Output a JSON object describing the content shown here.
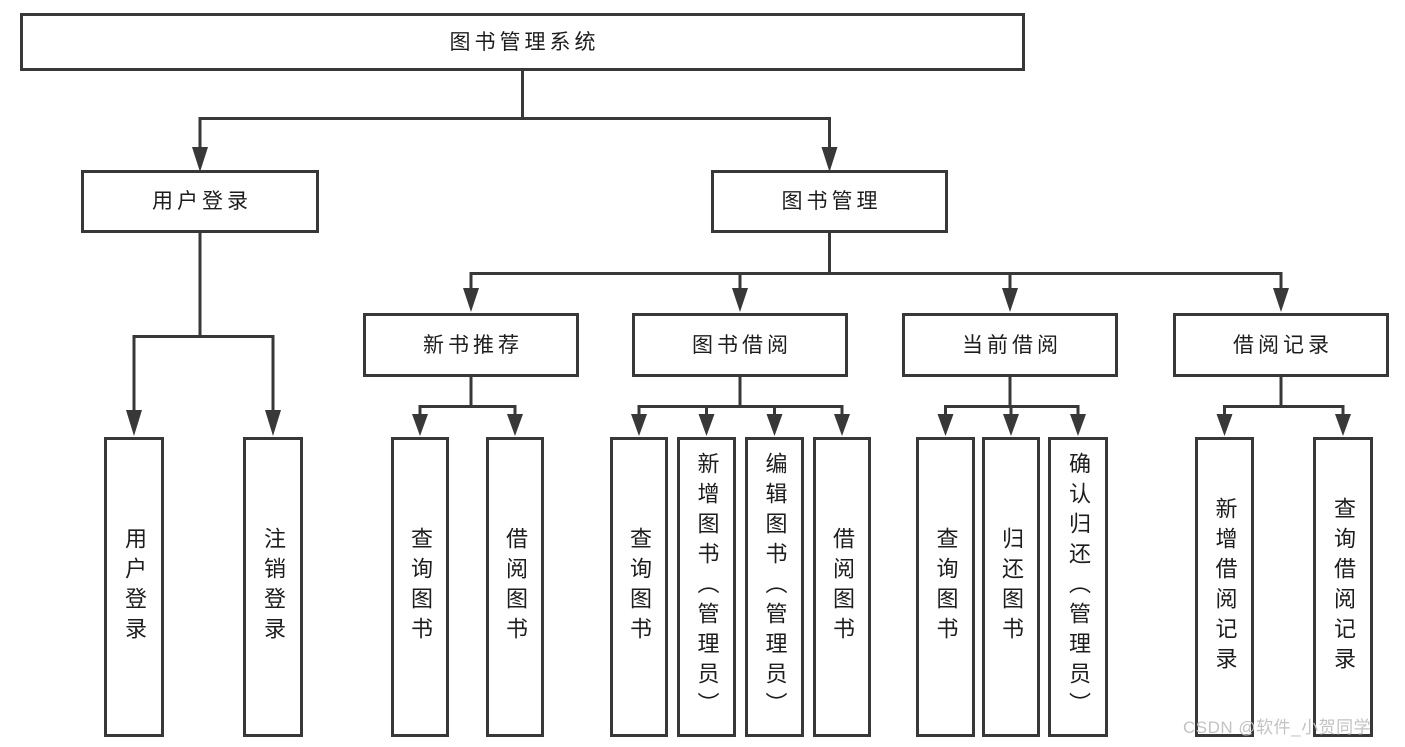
{
  "diagram": {
    "type": "hierarchy-tree",
    "root": {
      "label": "图书管理系统",
      "children": [
        {
          "label": "用户登录",
          "children": [
            {
              "label": "用户登录"
            },
            {
              "label": "注销登录"
            }
          ]
        },
        {
          "label": "图书管理",
          "children": [
            {
              "label": "新书推荐",
              "children": [
                {
                  "label": "查询图书"
                },
                {
                  "label": "借阅图书"
                }
              ]
            },
            {
              "label": "图书借阅",
              "children": [
                {
                  "label": "查询图书"
                },
                {
                  "label": "新增图书（管理员）"
                },
                {
                  "label": "编辑图书（管理员）"
                },
                {
                  "label": "借阅图书"
                }
              ]
            },
            {
              "label": "当前借阅",
              "children": [
                {
                  "label": "查询图书"
                },
                {
                  "label": "归还图书"
                },
                {
                  "label": "确认归还（管理员）"
                }
              ]
            },
            {
              "label": "借阅记录",
              "children": [
                {
                  "label": "新增借阅记录"
                },
                {
                  "label": "查询借阅记录"
                }
              ]
            }
          ]
        }
      ]
    }
  },
  "watermark": {
    "text": "CSDN @软件_小贺同学"
  },
  "colors": {
    "line": "#383838",
    "node_border": "#383838",
    "node_text": "#1d1d1d",
    "background": "#ffffff",
    "watermark": "#c3c3c3"
  }
}
